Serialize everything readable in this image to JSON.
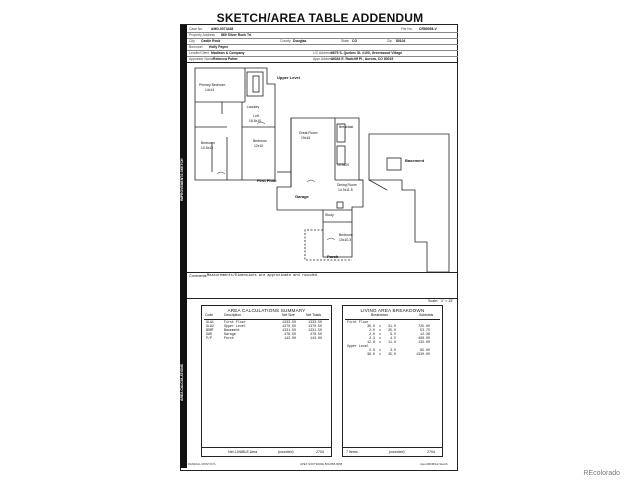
{
  "title": "SKETCH/AREA TABLE ADDENDUM",
  "header": {
    "case_no_label": "Case No.",
    "case_no": "AMG-0074438",
    "file_no_label": "File No.",
    "file_no": "CR80058-V",
    "property_address_label": "Property Address",
    "property_address": "869 Silver Rock Trl.",
    "city_label": "City",
    "city": "Castle Rock",
    "county_label": "County",
    "county": "Douglas",
    "state_label": "State",
    "state": "CO",
    "zip_label": "Zip",
    "zip": "80104",
    "borrower_label": "Borrower",
    "borrower": "Holly Payne",
    "lender_label": "Lender/Client",
    "lender": "Madison & Company",
    "lc_address_label": "L/C Address",
    "lc_address": "6675 S. Quebec St. #100, Greenwood Village",
    "appraiser_label": "Appraiser Name",
    "appraiser": "Rebecca Potter",
    "appr_address_label": "Appr Address",
    "appr_address": "19334 E. Radcliff Pl., Aurora, CO 80015"
  },
  "sidebar": {
    "improvements_label": "IMPROVEMENTS SKETCH",
    "area_calc_label": "AREA CALCULATIONS"
  },
  "sketch": {
    "upper_level_label": "Upper Level",
    "first_floor_label": "First Floor",
    "primary_bedroom": "Primary Bedroom",
    "primary_bedroom_dim": "14x14",
    "laundry": "Laundry",
    "loft": "Loft",
    "loft_dim": "18.8x10",
    "bedroom_a": "Bedroom",
    "bedroom_a_dim": "10.5x12",
    "bedroom_b": "Bedroom",
    "bedroom_b_dim": "12x10",
    "great_room": "Great Room",
    "great_room_dim": "19x16",
    "breakfast": "Breakfast",
    "kitchen_dim": "10.9x20",
    "dining_room": "Dining Room",
    "dining_room_dim": "14.9x11.5",
    "garage": "Garage",
    "study": "Study",
    "bedroom_c": "Bedroom",
    "bedroom_c_dim": "10x10.3",
    "porch": "Porch",
    "basement": "Basement"
  },
  "comments": {
    "label": "Comments:",
    "text": "Measurements/Dimensions are approximate and rounded."
  },
  "scale": {
    "label": "Scale:",
    "value": "1\" = 15'"
  },
  "area_summary": {
    "title": "AREA CALCULATIONS SUMMARY",
    "headers": [
      "Code",
      "Description",
      "Net Size",
      "Net Totals"
    ],
    "rows": [
      [
        "GLA1",
        "First Floor",
        "1333.50",
        "1333.50"
      ],
      [
        "GLA2",
        "Upper Level",
        "1370.50",
        "1370.50"
      ],
      [
        "BSMT",
        "Basement",
        "1331.50",
        "1331.50"
      ],
      [
        "GAR",
        "Garage",
        "478.50",
        "478.50"
      ],
      [
        "P/P",
        "Porch",
        "143.00",
        "143.00"
      ]
    ],
    "net_livable_label": "Net LIVABLE Area",
    "rounded_label": "(rounded)",
    "net_livable_value": "2704"
  },
  "living_breakdown": {
    "title": "LIVING AREA BREAKDOWN",
    "headers": [
      "Breakdown",
      "Subtotals"
    ],
    "rows": [
      [
        "First Floor",
        "",
        "",
        "",
        ""
      ],
      [
        "",
        "30.0",
        "x",
        "31.0",
        "725.00"
      ],
      [
        "",
        "2.0",
        "x",
        "25.0",
        "53.75"
      ],
      [
        "",
        "2.0",
        "x",
        "9.5",
        "12.38"
      ],
      [
        "",
        "2.3",
        "x",
        "4.5",
        "408.00"
      ],
      [
        "",
        "12.0",
        "x",
        "11.0",
        "132.00"
      ],
      [
        "Upper Level",
        "",
        "",
        "",
        ""
      ],
      [
        "",
        "2.0",
        "x",
        "3.0",
        "65.00"
      ],
      [
        "",
        "38.0",
        "x",
        "35.0",
        "1330.00"
      ]
    ],
    "items_label": "7 Items",
    "rounded_label": "(rounded)",
    "total_value": "2704"
  },
  "footer": {
    "left": "RANDALL MONTOYA",
    "center": "APEX SOFTWARE 800-858-9958",
    "right": "Apex4MOBILE Sketch"
  },
  "watermark": "REcolorado"
}
